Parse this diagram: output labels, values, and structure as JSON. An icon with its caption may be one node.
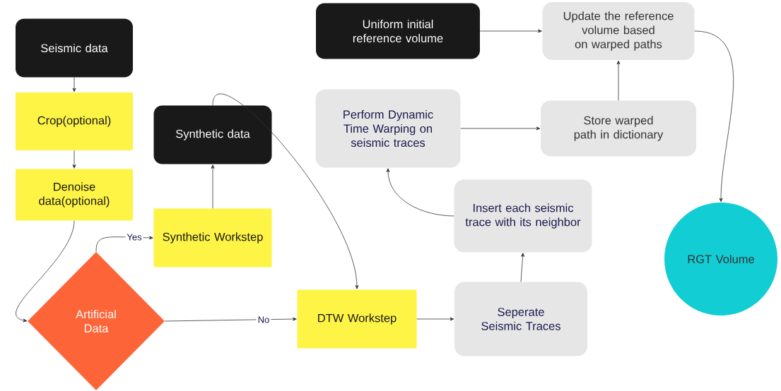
{
  "diagram": {
    "nodes": [
      {
        "text": [
          "Seismic data"
        ]
      },
      {
        "text": [
          "Crop(optional)"
        ]
      },
      {
        "text": [
          "Denoise data(optional)"
        ]
      },
      {
        "text": [
          "Synthetic data"
        ]
      },
      {
        "text": [
          "Synthetic Workstep"
        ]
      },
      {
        "text": [
          "Artificial Data"
        ]
      },
      {
        "text": [
          "Uniform initial reference volume"
        ]
      },
      {
        "text": [
          "Update the reference volume based on warped paths"
        ]
      },
      {
        "text": [
          "Perform Dynamic Time Warping on seismic traces"
        ]
      },
      {
        "text": [
          "Store warped path in dictionary"
        ]
      },
      {
        "text": [
          "Insert each seismic trace with its neighbor"
        ]
      },
      {
        "text": [
          "DTW Workstep"
        ]
      },
      {
        "text": [
          "Seperate Seismic Traces"
        ]
      },
      {
        "text": [
          "RGT Volume"
        ]
      }
    ],
    "edges": [
      {
        "from": 0,
        "to": 1,
        "arrow": "to"
      },
      {
        "from": 1,
        "to": 2,
        "arrow": "to"
      },
      {
        "from": 2,
        "to": 5,
        "arrow": "to"
      },
      {
        "from": 5,
        "to": 4,
        "arrow": "to",
        "label": "Yes"
      },
      {
        "from": 5,
        "to": 11,
        "arrow": "to",
        "label": "No"
      },
      {
        "from": 4,
        "to": 3,
        "arrow": "to"
      },
      {
        "from": 3,
        "to": 11,
        "arrow": "to"
      },
      {
        "from": 11,
        "to": 12,
        "arrow": "to"
      },
      {
        "from": 12,
        "to": 10,
        "arrow": "to"
      },
      {
        "from": 10,
        "to": 8,
        "arrow": "to"
      },
      {
        "from": 8,
        "to": 9,
        "arrow": "to"
      },
      {
        "from": 9,
        "to": 7,
        "arrow": "to"
      },
      {
        "from": 6,
        "to": 7,
        "arrow": "to"
      },
      {
        "from": 7,
        "to": 13,
        "arrow": "to"
      }
    ]
  }
}
